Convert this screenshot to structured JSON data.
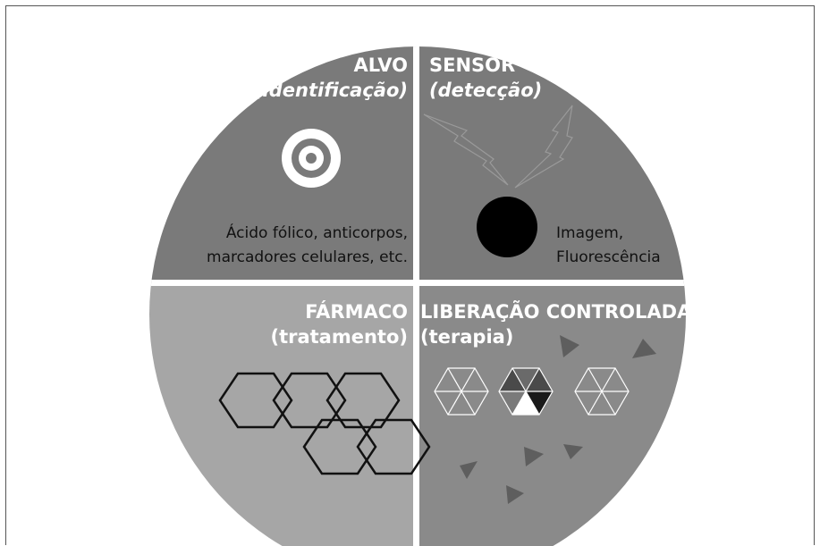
{
  "quadrants": {
    "alvo": {
      "title": "ALVO",
      "subtitle": "(identificação)",
      "description_line1": "Ácido fólico, anticorpos,",
      "description_line2": "marcadores celulares, etc."
    },
    "sensor": {
      "title": "SENSOR",
      "subtitle": "(detecção)",
      "description_line1": "Imagem,",
      "description_line2": "Fluorescência"
    },
    "farmaco": {
      "title": "FÁRMACO",
      "subtitle": "(tratamento)"
    },
    "liberacao": {
      "title": "LIBERAÇÃO CONTROLADA",
      "subtitle": "(terapia)"
    }
  },
  "colors": {
    "top_quadrants": "#7a7a7a",
    "farmaco_quadrant": "#a6a6a6",
    "liberacao_quadrant": "#8a8a8a",
    "divider": "#ffffff",
    "triangle": "#5e5e5e"
  },
  "icons": {
    "alvo": "target-icon",
    "sensor": "lightning-bolt-icon",
    "farmaco": "hexagon-molecule-icon",
    "liberacao": "segmented-hexagon-icon"
  }
}
